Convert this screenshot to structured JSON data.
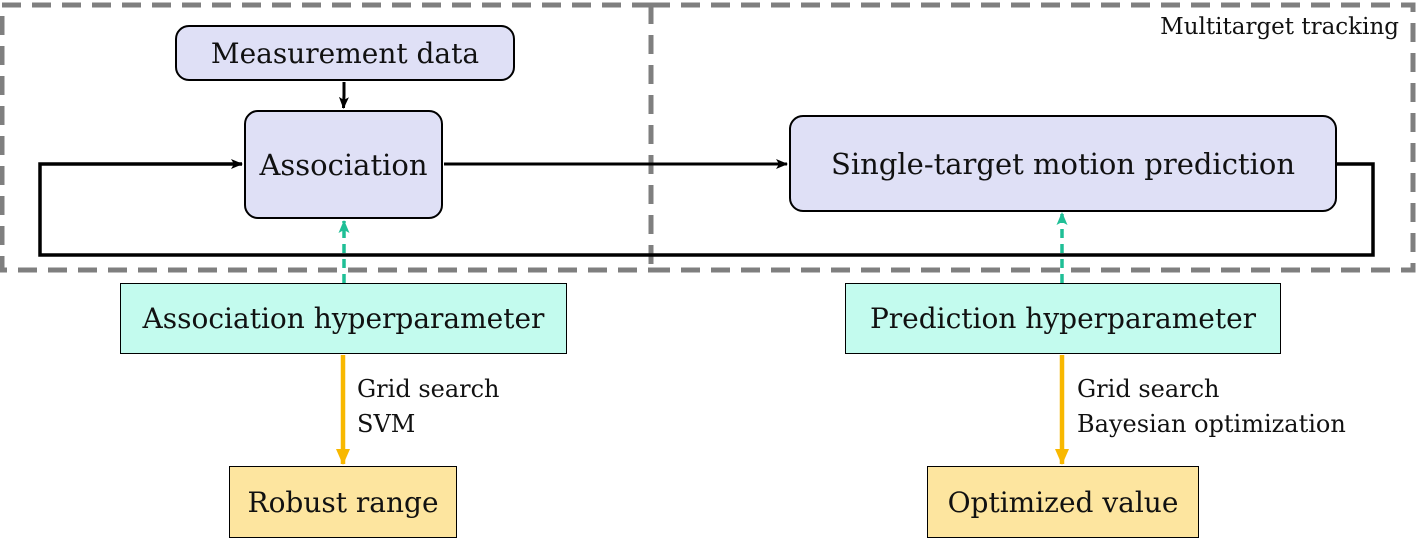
{
  "diagram": {
    "region_label": "Multitarget tracking",
    "nodes": {
      "measurement_data": "Measurement data",
      "association": "Association",
      "single_target_prediction": "Single-target motion prediction",
      "association_hyperparameter": "Association hyperparameter",
      "prediction_hyperparameter": "Prediction hyperparameter",
      "robust_range": "Robust range",
      "optimized_value": "Optimized value"
    },
    "edge_labels": {
      "association_methods": [
        "Grid search",
        "SVM"
      ],
      "prediction_methods": [
        "Grid search",
        "Bayesian optimization"
      ]
    }
  },
  "colors": {
    "process_fill": "#dfe0f6",
    "hyperparameter_fill": "#c3fbee",
    "result_fill": "#fde59f",
    "tuning_arrow": "#1fbf96",
    "optimization_arrow": "#f8b800",
    "region_border": "#7f7f7f"
  }
}
